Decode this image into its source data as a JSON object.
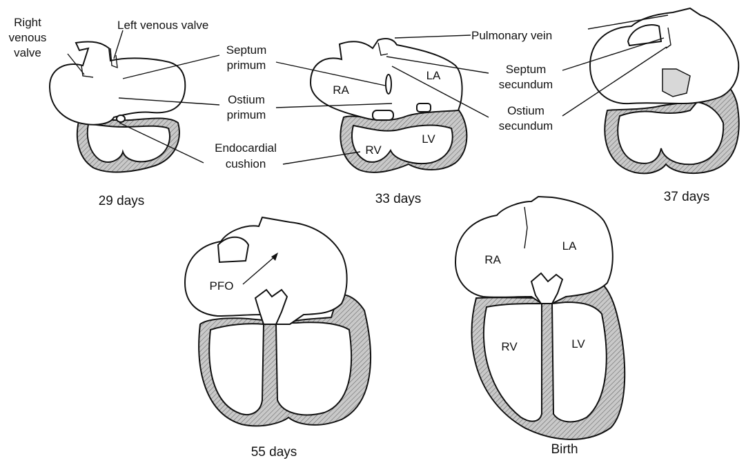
{
  "labels": {
    "right_venous_valve": [
      "Right",
      "venous",
      "valve"
    ],
    "left_venous_valve": "Left venous valve",
    "septum_primum": [
      "Septum",
      "primum"
    ],
    "ostium_primum": [
      "Ostium",
      "primum"
    ],
    "endocardial_cushion": [
      "Endocardial",
      "cushion"
    ],
    "pulmonary_vein": "Pulmonary vein",
    "septum_secundum": [
      "Septum",
      "secundum"
    ],
    "ostium_secundum": [
      "Ostium",
      "secundum"
    ],
    "pfo": "PFO",
    "ra": "RA",
    "la": "LA",
    "rv": "RV",
    "lv": "LV"
  },
  "captions": {
    "d29": "29 days",
    "d33": "33 days",
    "d37": "37 days",
    "d55": "55 days",
    "birth": "Birth"
  }
}
